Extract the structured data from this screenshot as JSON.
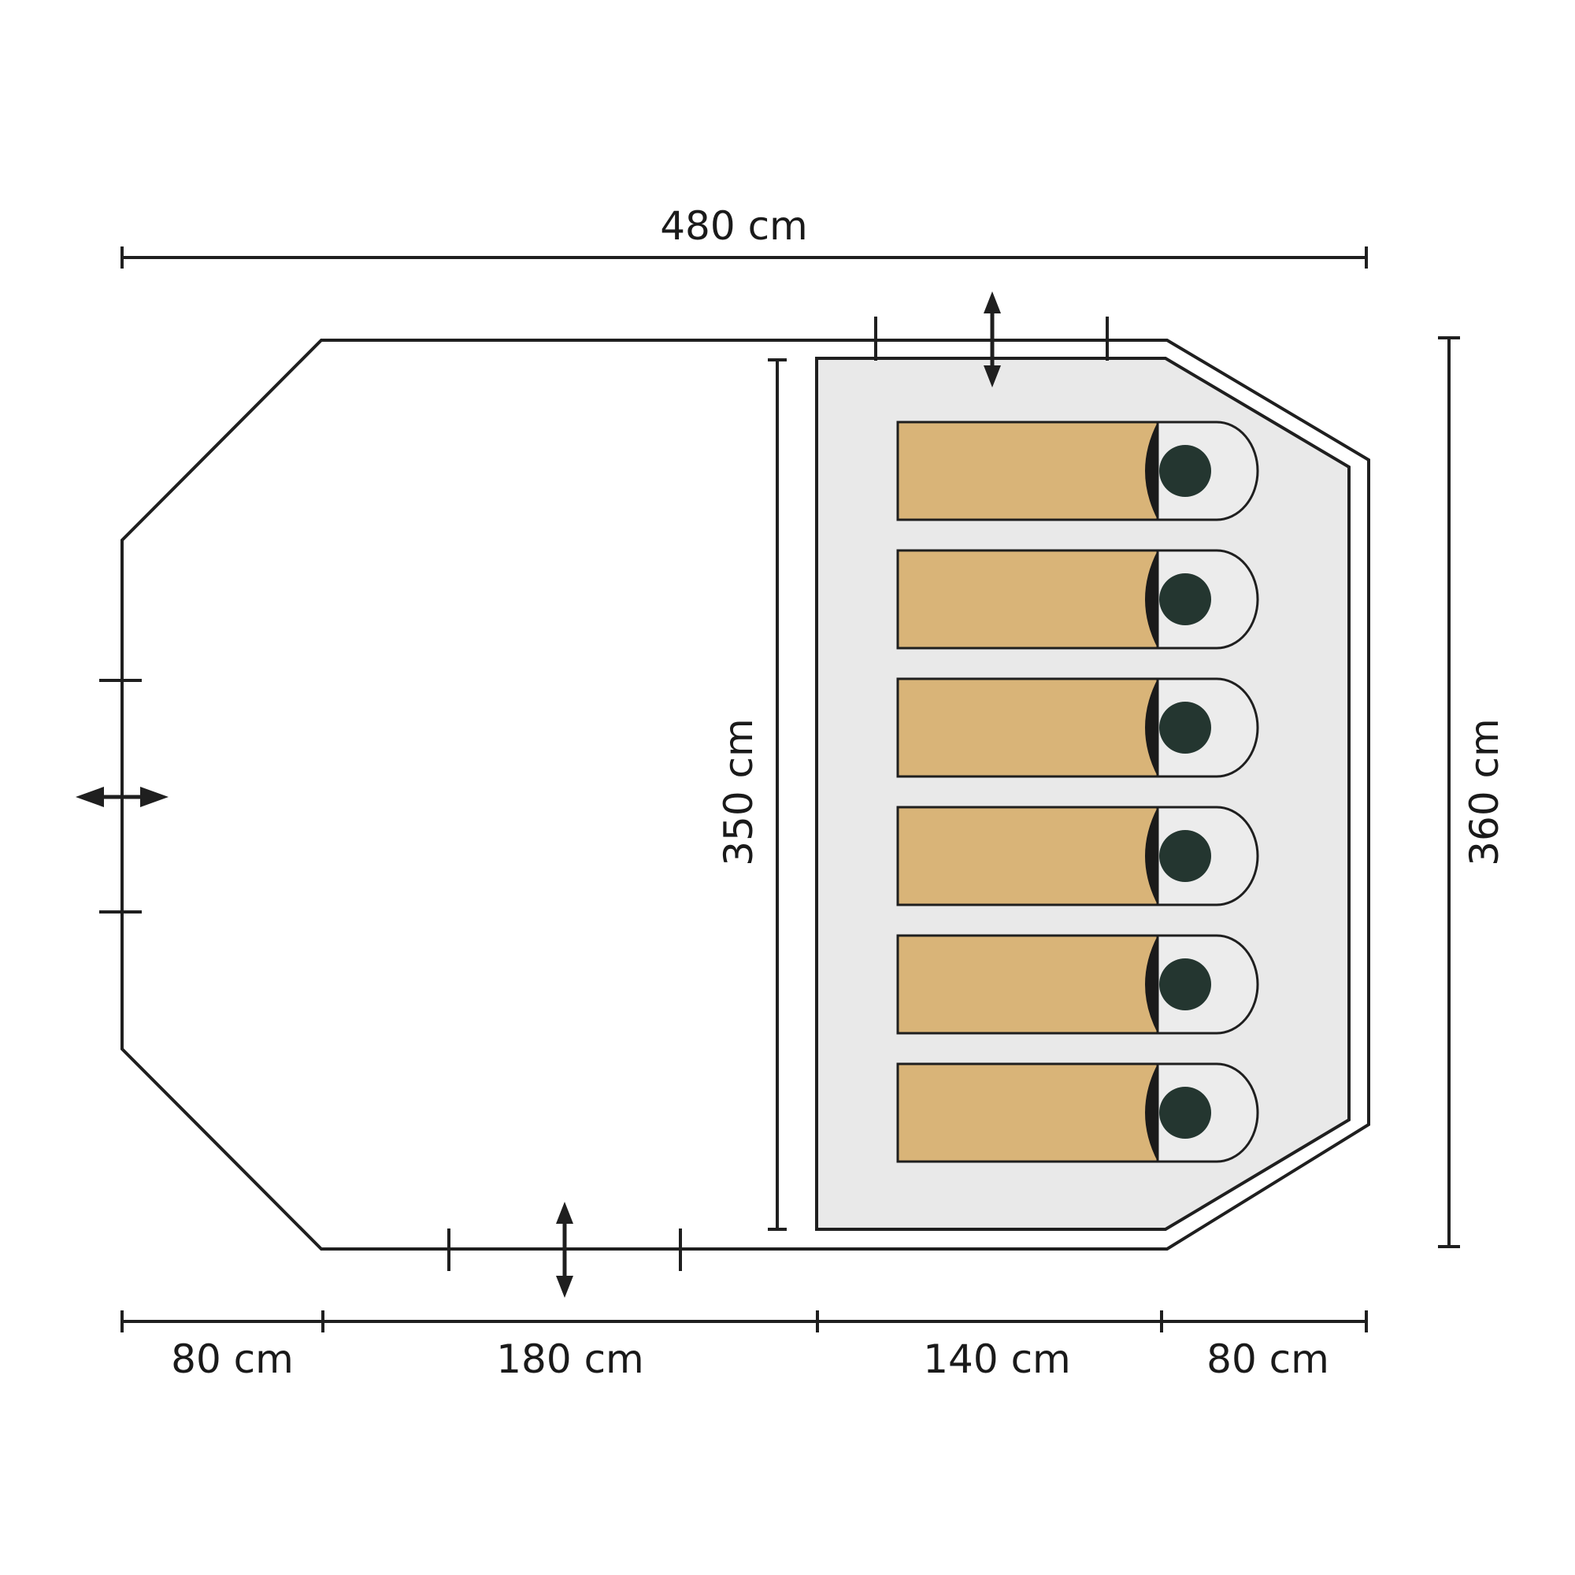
{
  "dimensions": {
    "total_length": "480 cm",
    "total_width": "360 cm",
    "inner_height": "350 cm",
    "segments": [
      "80 cm",
      "180 cm",
      "140 cm",
      "80 cm"
    ]
  },
  "sleeping_places": 6,
  "colors": {
    "outline": "#1f1f1f",
    "bedroom_fill": "#e9e9e9",
    "sleeping_mat": "#d9b478",
    "pillow": "#ececec",
    "head": "#243630"
  },
  "icons": [
    "door-arrow-icon",
    "door-arrow-icon",
    "door-arrow-icon"
  ]
}
